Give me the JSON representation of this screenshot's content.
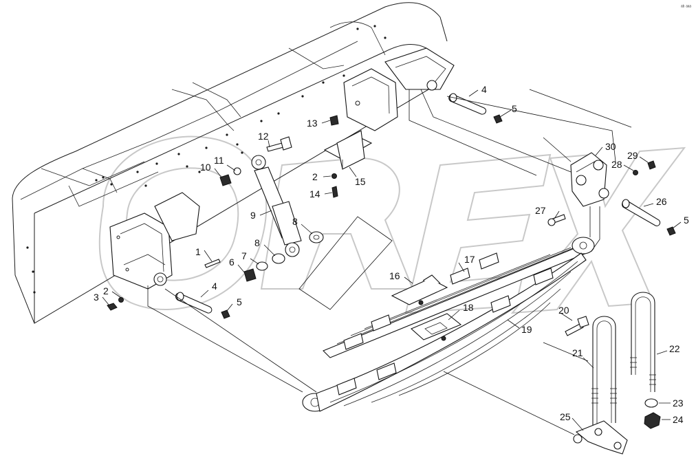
{
  "diagram": {
    "watermark": "OREX",
    "corner_mark": "ᵃᵇ ᵃᵃᵃ",
    "callouts": [
      {
        "id": "c1",
        "label": "1"
      },
      {
        "id": "c2a",
        "label": "2"
      },
      {
        "id": "c2b",
        "label": "2"
      },
      {
        "id": "c3",
        "label": "3"
      },
      {
        "id": "c4a",
        "label": "4"
      },
      {
        "id": "c4b",
        "label": "4"
      },
      {
        "id": "c5a",
        "label": "5"
      },
      {
        "id": "c5b",
        "label": "5"
      },
      {
        "id": "c5c",
        "label": "5"
      },
      {
        "id": "c6",
        "label": "6"
      },
      {
        "id": "c7",
        "label": "7"
      },
      {
        "id": "c8a",
        "label": "8"
      },
      {
        "id": "c8b",
        "label": "8"
      },
      {
        "id": "c9",
        "label": "9"
      },
      {
        "id": "c10",
        "label": "10"
      },
      {
        "id": "c11",
        "label": "11"
      },
      {
        "id": "c12",
        "label": "12"
      },
      {
        "id": "c13",
        "label": "13"
      },
      {
        "id": "c14",
        "label": "14"
      },
      {
        "id": "c15",
        "label": "15"
      },
      {
        "id": "c16",
        "label": "16"
      },
      {
        "id": "c17",
        "label": "17"
      },
      {
        "id": "c18",
        "label": "18"
      },
      {
        "id": "c19",
        "label": "19"
      },
      {
        "id": "c20",
        "label": "20"
      },
      {
        "id": "c21",
        "label": "21"
      },
      {
        "id": "c22",
        "label": "22"
      },
      {
        "id": "c23",
        "label": "23"
      },
      {
        "id": "c24",
        "label": "24"
      },
      {
        "id": "c25",
        "label": "25"
      },
      {
        "id": "c26",
        "label": "26"
      },
      {
        "id": "c27",
        "label": "27"
      },
      {
        "id": "c28",
        "label": "28"
      },
      {
        "id": "c29",
        "label": "29"
      },
      {
        "id": "c30",
        "label": "30"
      }
    ]
  }
}
